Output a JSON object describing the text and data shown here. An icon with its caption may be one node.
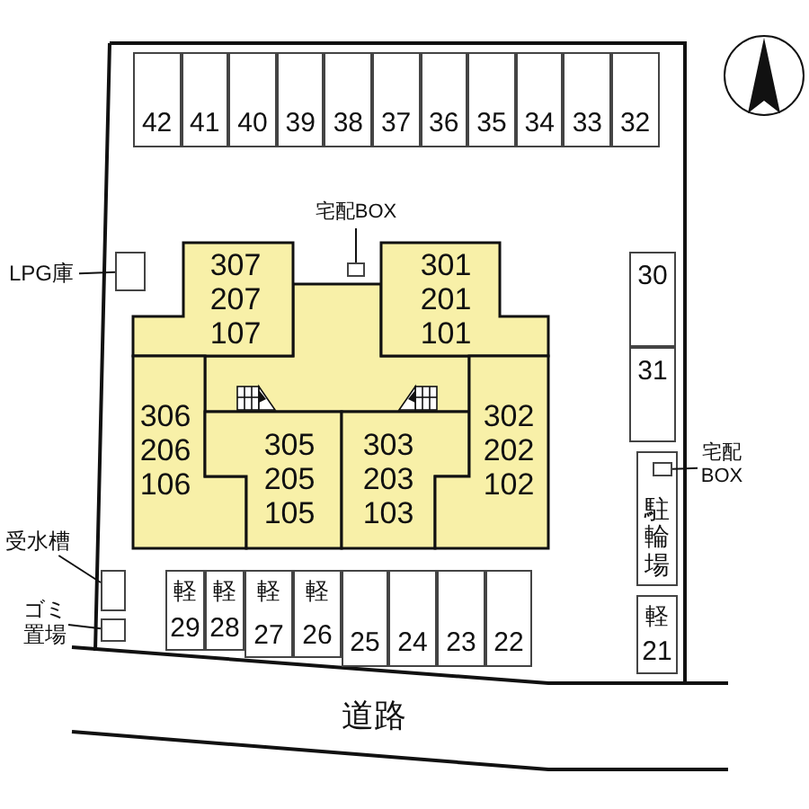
{
  "diagram": {
    "nodes": [
      {
        "text": [
          "42"
        ]
      },
      {
        "text": [
          "41"
        ]
      },
      {
        "text": [
          "40"
        ]
      },
      {
        "text": [
          "39"
        ]
      },
      {
        "text": [
          "38"
        ]
      },
      {
        "text": [
          "37"
        ]
      },
      {
        "text": [
          "36"
        ]
      },
      {
        "text": [
          "35"
        ]
      },
      {
        "text": [
          "34"
        ]
      },
      {
        "text": [
          "33"
        ]
      },
      {
        "text": [
          "32"
        ]
      },
      {
        "text": [
          "LPG庫"
        ]
      },
      {
        "text": [],
        "shape": "box"
      },
      {
        "text": [
          "宅配BOX"
        ]
      },
      {
        "text": [],
        "shape": "box"
      },
      {
        "text": [
          "307",
          "207",
          "107"
        ]
      },
      {
        "text": [
          "301",
          "201",
          "101"
        ]
      },
      {
        "text": [
          "30"
        ]
      },
      {
        "text": [
          "31"
        ]
      },
      {
        "text": [
          "306",
          "206",
          "106"
        ]
      },
      {
        "text": [
          "305",
          "205",
          "105"
        ]
      },
      {
        "text": [
          "303",
          "203",
          "103"
        ]
      },
      {
        "text": [
          "302",
          "202",
          "102"
        ]
      },
      {
        "text": [
          "駐輪場"
        ]
      },
      {
        "text": [],
        "shape": "box",
        "in": 23
      },
      {
        "text": [
          "宅配BOX"
        ]
      },
      {
        "text": [
          "受水槽"
        ]
      },
      {
        "text": [],
        "shape": "box"
      },
      {
        "text": [
          "ゴミ置場"
        ]
      },
      {
        "text": [],
        "shape": "box"
      },
      {
        "text": [
          "軽",
          "29"
        ]
      },
      {
        "text": [
          "軽",
          "28"
        ]
      },
      {
        "text": [
          "軽",
          "27"
        ]
      },
      {
        "text": [
          "軽",
          "26"
        ]
      },
      {
        "text": [
          "25"
        ]
      },
      {
        "text": [
          "24"
        ]
      },
      {
        "text": [
          "23"
        ]
      },
      {
        "text": [
          "22"
        ]
      },
      {
        "text": [
          "軽",
          "21"
        ]
      }
    ],
    "edges": [
      {
        "from": 11,
        "to": 12,
        "arrow": "none"
      },
      {
        "from": 13,
        "to": 14,
        "arrow": "none"
      },
      {
        "from": 25,
        "to": 24,
        "arrow": "none"
      },
      {
        "from": 26,
        "to": 27,
        "arrow": "none"
      },
      {
        "from": 28,
        "to": 29,
        "arrow": "none"
      }
    ],
    "labels": [
      "道路"
    ]
  }
}
